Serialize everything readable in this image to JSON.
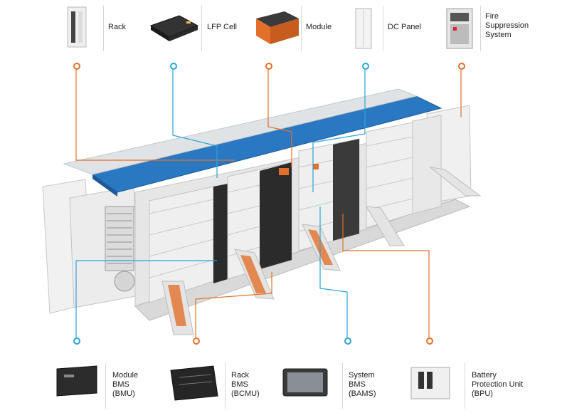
{
  "top_components": [
    {
      "name": "rack",
      "label": "Rack"
    },
    {
      "name": "lfp-cell",
      "label": "LFP Cell"
    },
    {
      "name": "module",
      "label": "Module"
    },
    {
      "name": "dc-panel",
      "label": "DC Panel"
    },
    {
      "name": "fire-suppression",
      "label": "Fire\nSuppression\nSystem"
    }
  ],
  "bottom_components": [
    {
      "name": "module-bms",
      "label": "Module\nBMS\n(BMU)"
    },
    {
      "name": "rack-bms",
      "label": "Rack\nBMS\n(BCMU)"
    },
    {
      "name": "system-bms",
      "label": "System\nBMS\n(BAMS)"
    },
    {
      "name": "bpu",
      "label": "Battery\nProtection Unit\n(BPU)"
    }
  ],
  "colors": {
    "orange": "#e2702a",
    "blue": "#2aa3d6",
    "roof": "#2a78c2",
    "panel": "#e9e9e9",
    "panel_dark": "#cfcfcf",
    "rack_dark": "#2b2b2b"
  }
}
